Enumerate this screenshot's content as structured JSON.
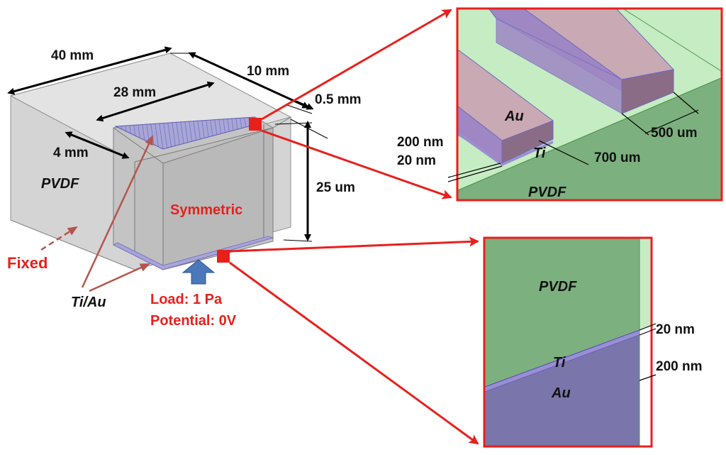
{
  "labels": {
    "width_40": "40 mm",
    "length_28": "28 mm",
    "depth_10": "10 mm",
    "gap_05": "0.5 mm",
    "width_4": "4 mm",
    "height_25": "25 um",
    "pvdf_main": "PVDF",
    "symmetric": "Symmetric",
    "fixed": "Fixed",
    "tiau": "Ti/Au",
    "load": "Load: 1 Pa",
    "potential": "Potential: 0V"
  },
  "inset_top": {
    "au": "Au",
    "ti": "Ti",
    "pvdf": "PVDF",
    "t200": "200 nm",
    "t20": "20 nm",
    "w700": "700 um",
    "w500": "500 um"
  },
  "inset_bottom": {
    "pvdf": "PVDF",
    "ti": "Ti",
    "au": "Au",
    "t20": "20 nm",
    "t200": "200 nm"
  },
  "colors": {
    "pvdf_green": "#7db07f",
    "light_green": "#c6ecc3",
    "au_pink": "#c9a9b4",
    "au_purple": "#9e87c3",
    "box_gray": "#cfcfcf",
    "accent_red": "#e8201c",
    "arrow_blue": "#4a78b8"
  }
}
